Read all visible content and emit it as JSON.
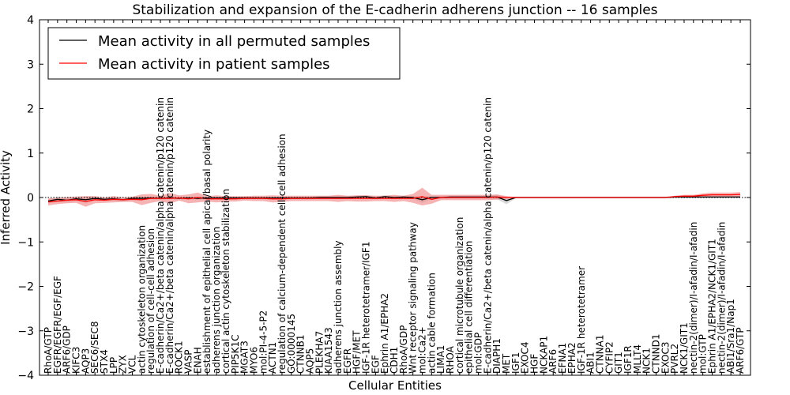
{
  "chart_data": {
    "type": "line",
    "title": "Stabilization and expansion of the E-cadherin adherens junction -- 16 samples",
    "xlabel": "Cellular Entities",
    "ylabel": "Inferred Activity",
    "ylim": [
      -4,
      4
    ],
    "yticks": [
      -4,
      -3,
      -2,
      -1,
      0,
      1,
      2,
      3,
      4
    ],
    "ytick_labels": [
      "−4",
      "−3",
      "−2",
      "−1",
      "0",
      "1",
      "2",
      "3",
      "4"
    ],
    "grid": false,
    "legend_position": "top-left",
    "categories": [
      "RhoA/GTP",
      "EGFR/EGFR/EGF/EGF",
      "ARF6/GDP",
      "KIFC3",
      "AQP3",
      "SEC6/SEC8",
      "STX4",
      "LPP",
      "ZYX",
      "VCL",
      "actin cytoskeleton organization",
      "regulation of cell-cell adhesion",
      "E-cadherin/Ca2+/beta catenin/alpha catenin/p120 catenin",
      "E-cadherin/Ca2+/beta catenin/alpha catenin/p120 catenin",
      "ROCK1",
      "VASP",
      "ENAH",
      "establishment of epithelial cell apical/basal polarity",
      "adherens junction organization",
      "cortical actin cytoskeleton stabilization",
      "PIP5K1C",
      "MGAT3",
      "MYO6",
      "mol:PI-4-5-P2",
      "ACTN1",
      "regulation of calcium-dependent cell-cell adhesion",
      "GO:0000145",
      "CTNNB1",
      "AQP5",
      "PLEKHA7",
      "KIAA1543",
      "adherens junction assembly",
      "EGFR",
      "HGF/MET",
      "IGF-1R heterotetramer/IGF1",
      "EGF",
      "Ephrin A1/EPHA2",
      "CDH1",
      "RhoA/GDP",
      "Wnt receptor signaling pathway",
      "mol:Ca2+",
      "actin cable formation",
      "LIMA1",
      "RHOA",
      "cortical microtubule organization",
      "epithelial cell differentiation",
      "mol:GDP",
      "E-cadherin/Ca2+/beta catenin/alpha catenin/p120 catenin",
      "DIAPH1",
      "MET",
      "IGF1",
      "EXOC4",
      "HGF",
      "NCKAP1",
      "ARF6",
      "EFNA1",
      "EPHA2",
      "IGF-1R heterotetramer",
      "ABI1",
      "CTNNA1",
      "CYFIP2",
      "GIT1",
      "IGF1R",
      "MLLT4",
      "NCK1",
      "CTNND1",
      "EXOC3",
      "PVRL2",
      "NCK1/GIT1",
      "nectin-2(dimer)/I-afadin/I-afadin",
      "mol:GTP",
      "Ephrin A1/EPHA2/NCK1/GIT1",
      "nectin-2(dimer)/I-afadin/I-afadin",
      "ABI1/Sra1/Nap1",
      "ARF6/GTP"
    ],
    "series": [
      {
        "name": "Mean activity in all permuted samples",
        "color": "#000000",
        "band_color": "#c8c8c8",
        "values": [
          -0.08,
          -0.04,
          -0.06,
          -0.03,
          -0.05,
          -0.02,
          -0.04,
          -0.03,
          -0.05,
          -0.02,
          -0.02,
          -0.01,
          -0.02,
          -0.01,
          -0.02,
          -0.01,
          -0.02,
          -0.01,
          -0.01,
          -0.01,
          -0.01,
          -0.01,
          -0.01,
          -0.01,
          -0.01,
          -0.01,
          -0.01,
          -0.01,
          -0.01,
          0.0,
          0.0,
          0.0,
          0.0,
          0.01,
          0.02,
          -0.01,
          0.02,
          0.0,
          0.01,
          0.0,
          -0.05,
          0.0,
          0.0,
          0.01,
          0.01,
          0.01,
          0.01,
          0.01,
          0.01,
          -0.07,
          0.0,
          0.0,
          0.0,
          0.0,
          0.0,
          0.0,
          0.0,
          0.0,
          0.0,
          0.0,
          0.0,
          0.0,
          0.0,
          0.0,
          0.0,
          0.0,
          0.0,
          0.01,
          0.01,
          0.01,
          0.01,
          0.01,
          0.01,
          0.01,
          0.01
        ],
        "band": [
          0.04,
          0.06,
          0.05,
          0.05,
          0.07,
          0.04,
          0.04,
          0.04,
          0.04,
          0.03,
          0.03,
          0.03,
          0.03,
          0.03,
          0.03,
          0.03,
          0.03,
          0.03,
          0.03,
          0.03,
          0.03,
          0.03,
          0.03,
          0.03,
          0.03,
          0.03,
          0.03,
          0.03,
          0.03,
          0.03,
          0.03,
          0.03,
          0.03,
          0.03,
          0.03,
          0.03,
          0.03,
          0.03,
          0.03,
          0.03,
          0.07,
          0.03,
          0.03,
          0.03,
          0.03,
          0.03,
          0.03,
          0.03,
          0.05,
          0.08,
          0.02,
          0.02,
          0.02,
          0.02,
          0.02,
          0.02,
          0.02,
          0.02,
          0.02,
          0.02,
          0.02,
          0.02,
          0.02,
          0.02,
          0.02,
          0.02,
          0.02,
          0.02,
          0.02,
          0.02,
          0.02,
          0.02,
          0.02,
          0.02,
          0.02
        ]
      },
      {
        "name": "Mean activity in patient samples",
        "color": "#ff0000",
        "band_color": "#f08080",
        "values": [
          -0.1,
          -0.08,
          -0.06,
          -0.05,
          -0.09,
          -0.05,
          -0.06,
          -0.04,
          -0.05,
          -0.04,
          -0.05,
          -0.02,
          -0.02,
          -0.02,
          -0.01,
          -0.03,
          0.0,
          -0.03,
          -0.03,
          -0.03,
          -0.03,
          -0.02,
          -0.02,
          -0.02,
          -0.03,
          -0.03,
          -0.02,
          -0.02,
          -0.02,
          -0.02,
          -0.02,
          -0.02,
          -0.02,
          -0.02,
          -0.02,
          -0.02,
          -0.02,
          -0.02,
          -0.02,
          -0.02,
          0.02,
          -0.04,
          0.0,
          0.0,
          0.0,
          0.0,
          0.0,
          0.0,
          0.01,
          0.0,
          0.0,
          0.0,
          0.0,
          0.0,
          0.0,
          0.0,
          0.0,
          0.0,
          0.0,
          0.0,
          0.0,
          0.0,
          0.0,
          0.0,
          0.0,
          0.0,
          0.0,
          0.02,
          0.03,
          0.03,
          0.05,
          0.06,
          0.06,
          0.06,
          0.07
        ],
        "band": [
          0.08,
          0.07,
          0.07,
          0.07,
          0.12,
          0.08,
          0.06,
          0.07,
          0.05,
          0.06,
          0.12,
          0.1,
          0.06,
          0.12,
          0.06,
          0.1,
          0.11,
          0.06,
          0.08,
          0.06,
          0.06,
          0.05,
          0.06,
          0.06,
          0.08,
          0.07,
          0.06,
          0.06,
          0.06,
          0.06,
          0.06,
          0.08,
          0.06,
          0.07,
          0.07,
          0.06,
          0.06,
          0.08,
          0.06,
          0.1,
          0.2,
          0.1,
          0.06,
          0.06,
          0.06,
          0.06,
          0.06,
          0.06,
          0.06,
          0.03,
          0.01,
          0.01,
          0.01,
          0.01,
          0.01,
          0.01,
          0.01,
          0.01,
          0.01,
          0.01,
          0.01,
          0.01,
          0.01,
          0.01,
          0.01,
          0.01,
          0.01,
          0.02,
          0.03,
          0.03,
          0.04,
          0.05,
          0.05,
          0.05,
          0.05
        ]
      }
    ]
  }
}
